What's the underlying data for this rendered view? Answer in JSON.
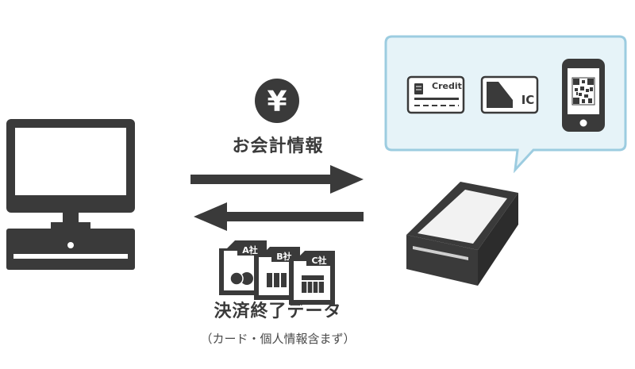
{
  "diagram": {
    "currency_symbol": "¥",
    "arrow_top_label": "お会計情報",
    "arrow_bottom_label": "決済終了データ",
    "arrow_bottom_sublabel": "（カード・個人情報含まず）",
    "company_labels": [
      "A社",
      "B社",
      "C社"
    ],
    "card_labels": {
      "credit": "Credit",
      "ic": "IC"
    }
  },
  "colors": {
    "dark": "#3a3a3a",
    "bubble_fill": "#e6f3f8",
    "bubble_stroke": "#9ccce0",
    "terminal_screen": "#f2f2f2"
  }
}
